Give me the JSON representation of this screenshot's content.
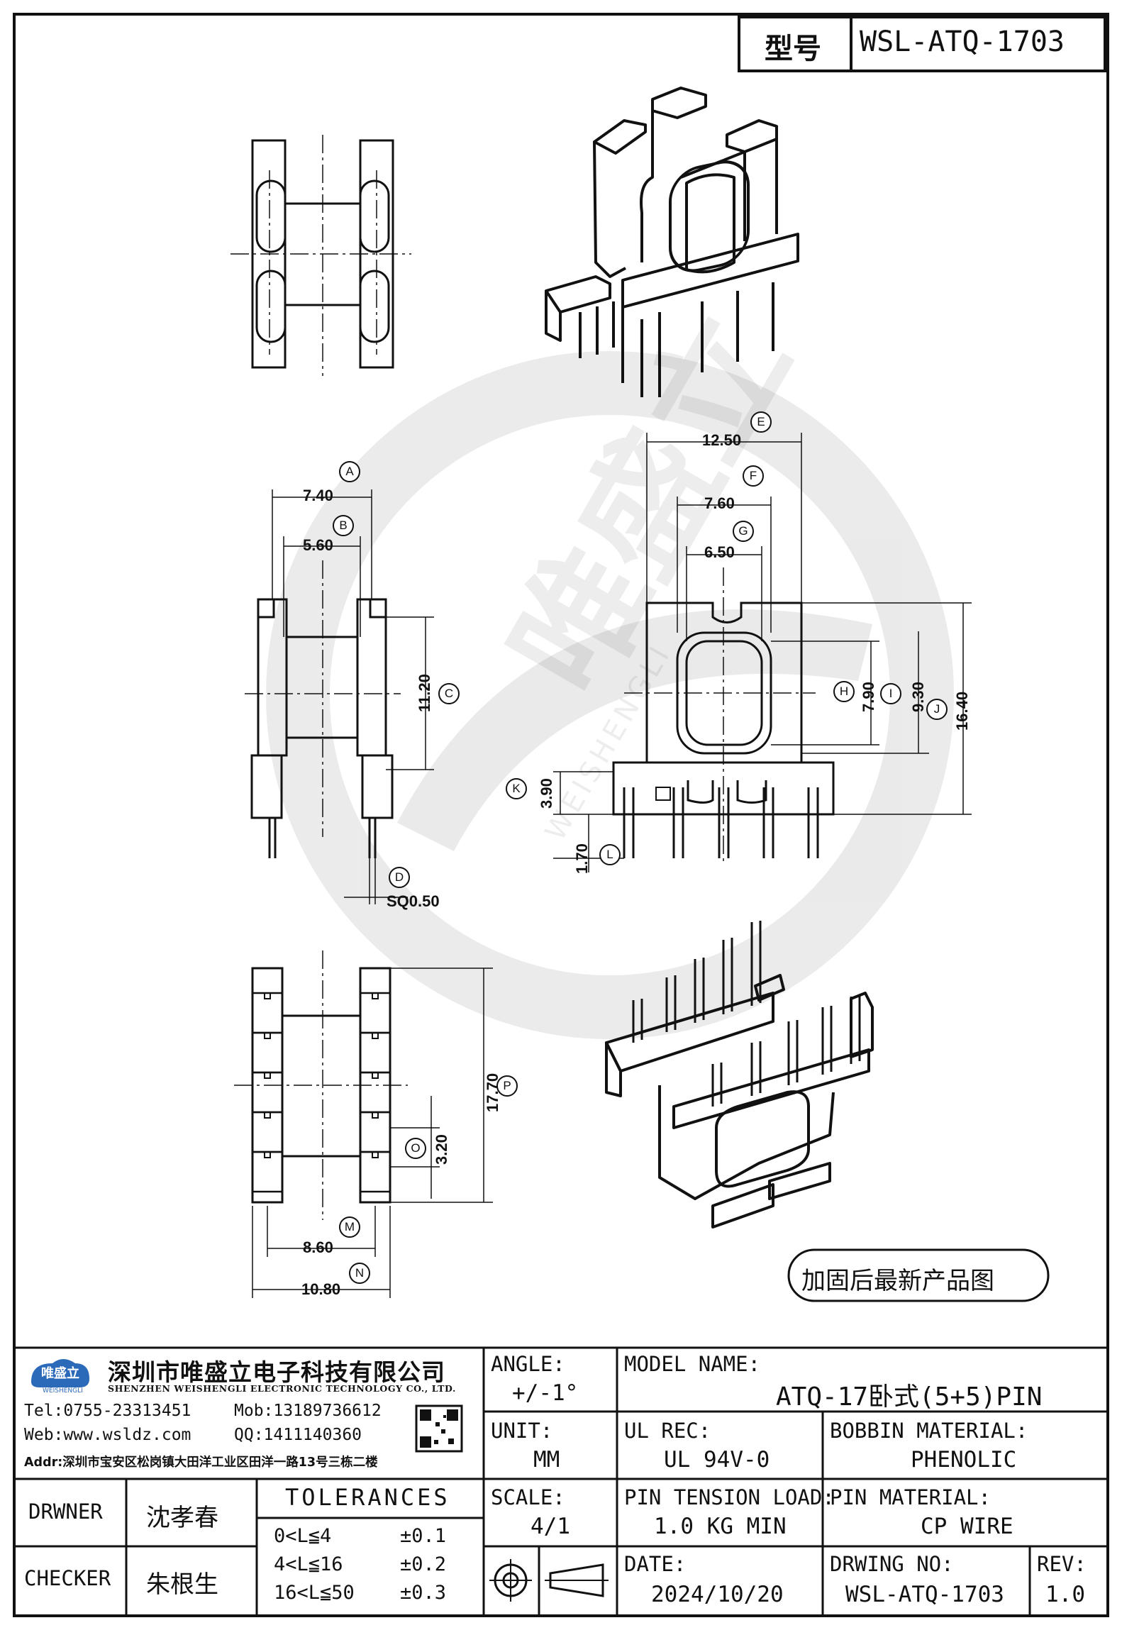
{
  "header": {
    "model_label": "型号",
    "model_value": "WSL-ATQ-1703"
  },
  "watermark": {
    "text_cn": "唯盛立",
    "text_en": "WEISHENGLI"
  },
  "dimensions": {
    "A": {
      "letter": "A",
      "value": "7.40"
    },
    "B": {
      "letter": "B",
      "value": "5.60"
    },
    "C": {
      "letter": "C",
      "value": "11.20"
    },
    "D": {
      "letter": "D",
      "value": "SQ0.50"
    },
    "E": {
      "letter": "E",
      "value": "12.50"
    },
    "F": {
      "letter": "F",
      "value": "7.60"
    },
    "G": {
      "letter": "G",
      "value": "6.50"
    },
    "H": {
      "letter": "H",
      "value": "7.90"
    },
    "I": {
      "letter": "I",
      "value": "9.30"
    },
    "J": {
      "letter": "J",
      "value": "16.40"
    },
    "K": {
      "letter": "K",
      "value": "3.90"
    },
    "L": {
      "letter": "L",
      "value": "1.70"
    },
    "M": {
      "letter": "M",
      "value": "8.60"
    },
    "N": {
      "letter": "N",
      "value": "10.80"
    },
    "O": {
      "letter": "O",
      "value": "3.20"
    },
    "P": {
      "letter": "P",
      "value": "17.70"
    }
  },
  "callout": "加固后最新产品图",
  "company": {
    "logo_text": "唯盛立",
    "logo_sub": "WEISHENGLI",
    "name_cn": "深圳市唯盛立电子科技有限公司",
    "name_en": "SHENZHEN WEISHENGLI ELECTRONIC TECHNOLOGY CO., LTD.",
    "tel": "Tel:0755-23313451",
    "mob": "Mob:13189736612",
    "web": "Web:www.wsldz.com",
    "qq": "QQ:1411140360",
    "addr": "Addr:深圳市宝安区松岗镇大田洋工业区田洋一路13号三栋二楼"
  },
  "title_block": {
    "angle_label": "ANGLE:",
    "angle_value": "+/-1°",
    "model_name_label": "MODEL NAME:",
    "model_name_value": "ATQ-17卧式(5+5)PIN",
    "unit_label": "UNIT:",
    "unit_value": "MM",
    "ul_rec_label": "UL REC:",
    "ul_rec_value": "UL 94V-0",
    "bobbin_label": "BOBBIN MATERIAL:",
    "bobbin_value": "PHENOLIC",
    "scale_label": "SCALE:",
    "scale_value": "4/1",
    "pin_tension_label": "PIN TENSION LOAD:",
    "pin_tension_value": "1.0 KG MIN",
    "pin_material_label": "PIN MATERIAL:",
    "pin_material_value": "CP WIRE",
    "date_label": "DATE:",
    "date_value": "2024/10/20",
    "drawing_no_label": "DRWING NO:",
    "drawing_no_value": "WSL-ATQ-1703",
    "rev_label": "REV:",
    "rev_value": "1.0",
    "drawer_label": "DRWNER",
    "drawer_value": "沈孝春",
    "checker_label": "CHECKER",
    "checker_value": "朱根生",
    "tolerances_label": "TOLERANCES",
    "tolerances": [
      {
        "range": "0<L≦4",
        "tol": "±0.1"
      },
      {
        "range": "4<L≦16",
        "tol": "±0.2"
      },
      {
        "range": "16<L≦50",
        "tol": "±0.3"
      }
    ]
  }
}
